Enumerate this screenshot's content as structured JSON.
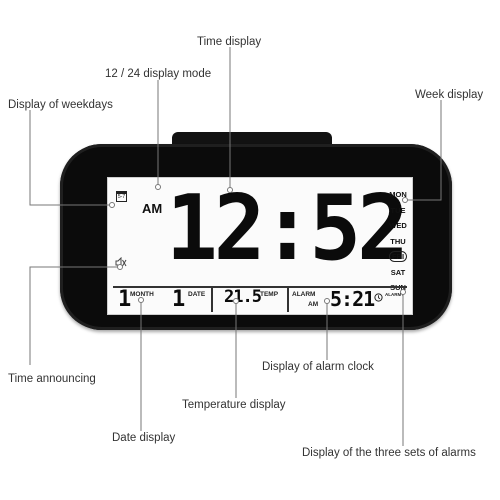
{
  "callouts": {
    "time_display": "Time display",
    "mode_1224": "12 / 24 display mode",
    "weekdays_display": "Display of weekdays",
    "week_display": "Week display",
    "time_announcing": "Time announcing",
    "alarm_clock_display": "Display of alarm clock",
    "temperature_display": "Temperature display",
    "date_display": "Date display",
    "three_alarms": "Display of the three sets of alarms"
  },
  "clock": {
    "ampm": "AM",
    "time": "12:52",
    "calendar_icon_text": "5-7",
    "weekdays": [
      {
        "label": "MON",
        "active": false
      },
      {
        "label": "TUE",
        "active": false
      },
      {
        "label": "WED",
        "active": false
      },
      {
        "label": "THU",
        "active": false
      },
      {
        "label": "FRI",
        "active": true
      },
      {
        "label": "SAT",
        "active": false
      },
      {
        "label": "SUN",
        "active": false
      }
    ],
    "month_value": "1",
    "month_label": "MONTH",
    "date_value": "1",
    "date_label": "DATE",
    "temp_value": "21.5",
    "temp_label": "TEMP",
    "alarm_label": "ALARM",
    "alarm_ampm": "AM",
    "alarm_time": "5:21",
    "alarm_set_label": "ALARMT"
  },
  "icons": {
    "calendar": "calendar-icon",
    "mute": "speaker-mute-icon",
    "alarm_bell": "alarm-bell-icon"
  },
  "colors": {
    "clock_body": "#0b0b0b",
    "screen": "#fbfbfb",
    "leader_lines": "#777777"
  }
}
